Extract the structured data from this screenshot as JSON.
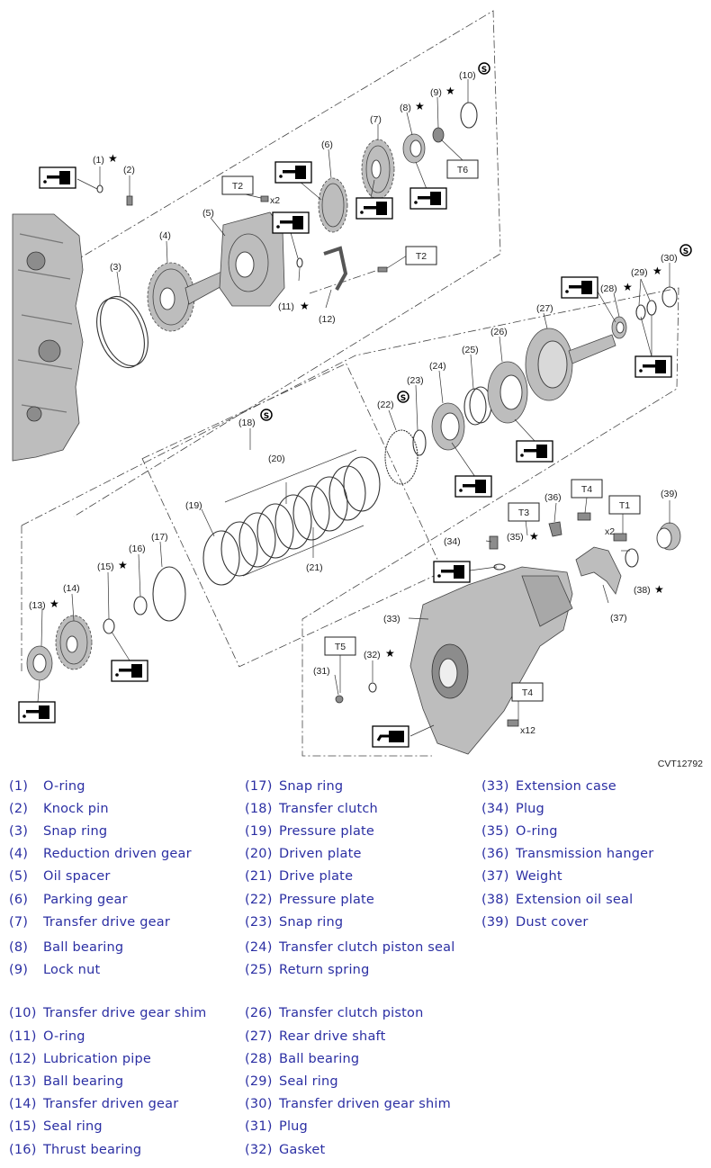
{
  "figure_code": "CVT12792",
  "star": "★",
  "shim_symbol": "S",
  "callouts": {
    "c1": "(1)",
    "c2": "(2)",
    "c3": "(3)",
    "c4": "(4)",
    "c5": "(5)",
    "c6": "(6)",
    "c7": "(7)",
    "c8": "(8)",
    "c9": "(9)",
    "c10": "(10)",
    "c11": "(11)",
    "c12": "(12)",
    "c13": "(13)",
    "c14": "(14)",
    "c15": "(15)",
    "c16": "(16)",
    "c17": "(17)",
    "c18": "(18)",
    "c19": "(19)",
    "c20": "(20)",
    "c21": "(21)",
    "c22": "(22)",
    "c23": "(23)",
    "c24": "(24)",
    "c25": "(25)",
    "c26": "(26)",
    "c27": "(27)",
    "c28": "(28)",
    "c29": "(29)",
    "c30": "(30)",
    "c31": "(31)",
    "c32": "(32)",
    "c33": "(33)",
    "c34": "(34)",
    "c35": "(35)",
    "c36": "(36)",
    "c37": "(37)",
    "c38": "(38)",
    "c39": "(39)"
  },
  "torque": {
    "t2a": "T2",
    "t2b": "T2",
    "t6": "T6",
    "t3": "T3",
    "t4a": "T4",
    "t1": "T1",
    "t5": "T5",
    "t4b": "T4"
  },
  "qty": {
    "x2a": "x2",
    "x2b": "x2",
    "x12": "x12"
  },
  "legend": [
    {
      "num": "(1)",
      "name": "O-ring"
    },
    {
      "num": "(2)",
      "name": "Knock pin"
    },
    {
      "num": "(3)",
      "name": "Snap ring"
    },
    {
      "num": "(4)",
      "name": "Reduction driven gear"
    },
    {
      "num": "(5)",
      "name": "Oil spacer"
    },
    {
      "num": "(6)",
      "name": "Parking gear"
    },
    {
      "num": "(7)",
      "name": "Transfer drive gear"
    },
    {
      "num": "(8)",
      "name": "Ball bearing"
    },
    {
      "num": "(9)",
      "name": "Lock nut"
    },
    {
      "num": "(10)",
      "name": "Transfer drive gear shim"
    },
    {
      "num": "(11)",
      "name": "O-ring"
    },
    {
      "num": "(12)",
      "name": "Lubrication pipe"
    },
    {
      "num": "(13)",
      "name": "Ball bearing"
    },
    {
      "num": "(14)",
      "name": "Transfer driven gear"
    },
    {
      "num": "(15)",
      "name": "Seal ring"
    },
    {
      "num": "(16)",
      "name": "Thrust bearing"
    },
    {
      "num": "(17)",
      "name": "Snap ring"
    },
    {
      "num": "(18)",
      "name": "Transfer clutch"
    },
    {
      "num": "(19)",
      "name": "Pressure plate"
    },
    {
      "num": "(20)",
      "name": "Driven plate"
    },
    {
      "num": "(21)",
      "name": "Drive plate"
    },
    {
      "num": "(22)",
      "name": "Pressure plate"
    },
    {
      "num": "(23)",
      "name": "Snap ring"
    },
    {
      "num": "(24)",
      "name": "Transfer clutch piston seal"
    },
    {
      "num": "(25)",
      "name": "Return spring"
    },
    {
      "num": "(26)",
      "name": "Transfer clutch piston"
    },
    {
      "num": "(27)",
      "name": "Rear drive shaft"
    },
    {
      "num": "(28)",
      "name": "Ball bearing"
    },
    {
      "num": "(29)",
      "name": "Seal ring"
    },
    {
      "num": "(30)",
      "name": "Transfer driven gear shim"
    },
    {
      "num": "(31)",
      "name": "Plug"
    },
    {
      "num": "(32)",
      "name": "Gasket"
    },
    {
      "num": "(33)",
      "name": "Extension case"
    },
    {
      "num": "(34)",
      "name": "Plug"
    },
    {
      "num": "(35)",
      "name": "O-ring"
    },
    {
      "num": "(36)",
      "name": "Transmission hanger"
    },
    {
      "num": "(37)",
      "name": "Weight"
    },
    {
      "num": "(38)",
      "name": "Extension oil seal"
    },
    {
      "num": "(39)",
      "name": "Dust cover"
    }
  ]
}
